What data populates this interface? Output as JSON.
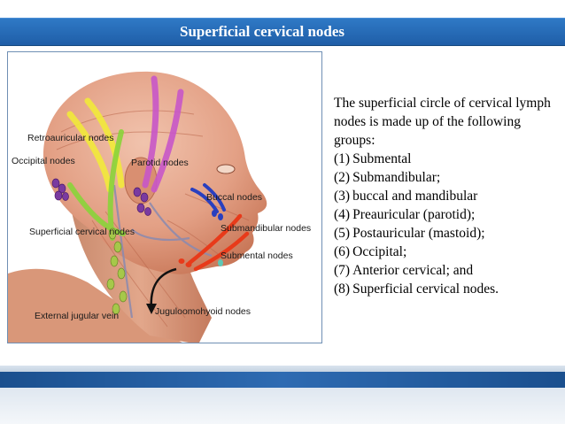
{
  "slide": {
    "title": "Superficial cervical nodes",
    "intro": "The superficial circle of cervical lymph nodes is made up of the following groups:",
    "groups": [
      "(1) Submental",
      "(2) Submandibular;",
      "(3) buccal and mandibular",
      "(4) Preauricular (parotid);",
      "(5) Postauricular (mastoid);",
      "(6) Occipital;",
      "(7) Anterior cervical; and",
      "(8) Superficial cervical nodes."
    ]
  },
  "figure": {
    "labels": {
      "retroauricular": "Retroauricular nodes",
      "occipital": "Occipital nodes",
      "parotid": "Parotid nodes",
      "buccal": "Buccal nodes",
      "superficial_cervical": "Superficial cervical nodes",
      "submandibular": "Submandibular nodes",
      "submental": "Submental nodes",
      "external_jugular": "External jugular vein",
      "juguloomohyoid": "Juguloomohyoid nodes"
    },
    "colors": {
      "skin": "#e8a98e",
      "muscle": "#c9704f",
      "vein": "#8a8ab0",
      "yellow_arrow": "#f2ea3a",
      "magenta_arrow": "#c857c8",
      "green_arrow": "#8ad43a",
      "blue_arrow": "#2a3fbf",
      "red_arrow": "#e83a1a",
      "node_purple": "#7a3aa0",
      "node_green": "#a6c84a",
      "node_cyan": "#5fc7b5"
    }
  }
}
